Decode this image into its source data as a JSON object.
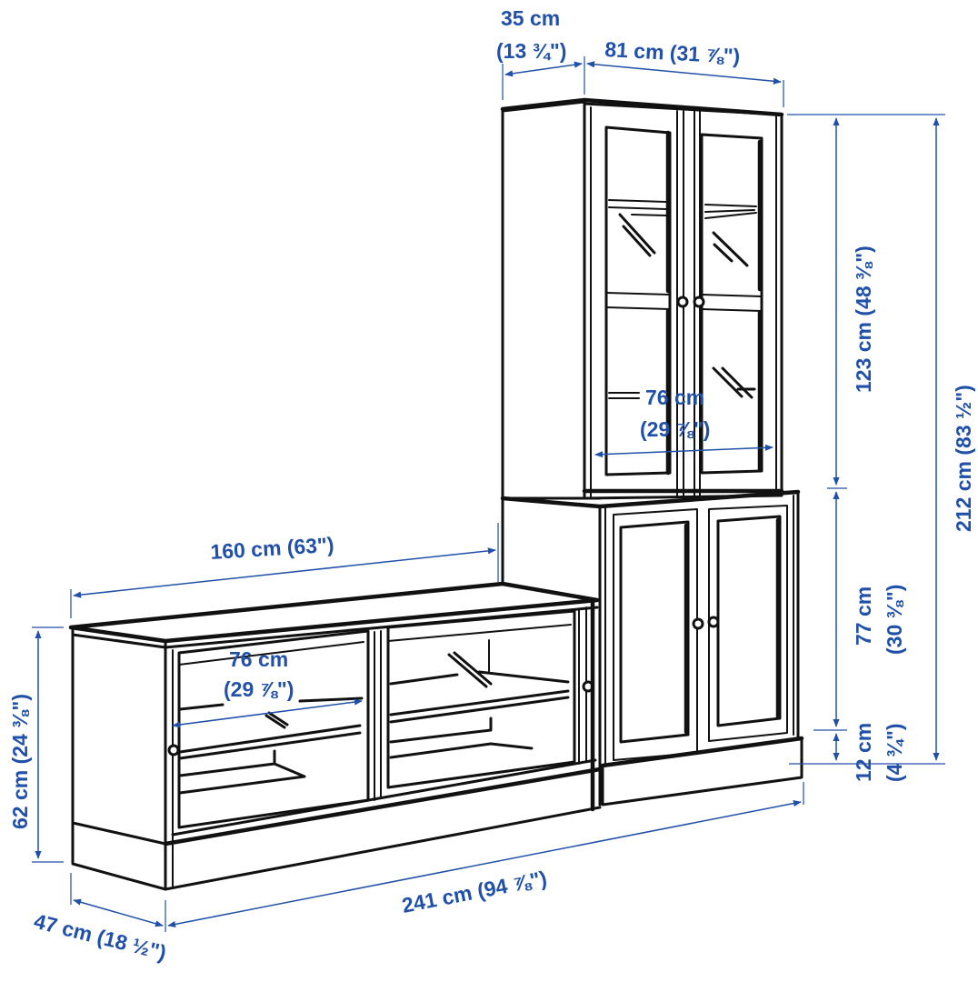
{
  "diagram": {
    "title": "Storage combination dimensions",
    "accent_color": "#2050a8",
    "line_color": "#111111",
    "dimensions": {
      "upper_depth": {
        "cm": "35 cm",
        "in": "(13 ¾\")"
      },
      "upper_width": {
        "label": "81 cm (31 ⅞\")"
      },
      "upper_height": {
        "label": "123 cm (48 ⅜\")"
      },
      "total_height": {
        "label": "212 cm (83 ½\")"
      },
      "upper_inner_width": {
        "cm": "76 cm",
        "in": "(29 ⅞\")"
      },
      "tv_bench_width": {
        "label": "160 cm (63\")"
      },
      "tv_bench_inner_width": {
        "cm": "76 cm",
        "in": "(29 ⅞\")"
      },
      "tv_bench_height": {
        "label": "62 cm (24 ⅜\")"
      },
      "lower_cabinet_height": {
        "cm": "77 cm",
        "in": "(30 ⅜\")"
      },
      "plinth_height": {
        "cm": "12 cm",
        "in": "(4 ¾\")"
      },
      "total_width": {
        "label": "241 cm (94 ⅞\")"
      },
      "depth": {
        "label": "47 cm (18 ½\")"
      }
    }
  }
}
